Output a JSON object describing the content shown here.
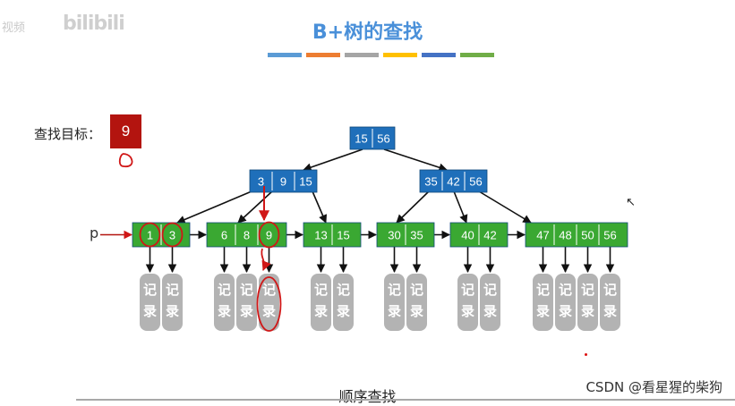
{
  "watermark": {
    "text": "视频",
    "logo": "bilibili"
  },
  "title": "B+树的查找",
  "color_bar": [
    "#5b9bd5",
    "#ed7d31",
    "#a5a5a5",
    "#ffc000",
    "#4472c4",
    "#70ad47"
  ],
  "target": {
    "label": "查找目标：",
    "value": "9"
  },
  "pointer_label": "p",
  "tree": {
    "root": [
      "15",
      "56"
    ],
    "internal": [
      [
        "3",
        "9",
        "15"
      ],
      [
        "35",
        "42",
        "56"
      ]
    ],
    "leaves": [
      [
        "1",
        "3"
      ],
      [
        "6",
        "8",
        "9"
      ],
      [
        "13",
        "15"
      ],
      [
        "30",
        "35"
      ],
      [
        "40",
        "42"
      ],
      [
        "47",
        "48",
        "50",
        "56"
      ]
    ]
  },
  "record_label": [
    "记",
    "录"
  ],
  "caption": "顺序查找",
  "credit": "CSDN @看星猩的柴狗",
  "colors": {
    "internal_node": "#1f6fba",
    "leaf_node": "#3aa832",
    "record": "#b3b3b3",
    "target_box": "#b3140f",
    "annotation": "#d01717",
    "title": "#4a90d9"
  }
}
